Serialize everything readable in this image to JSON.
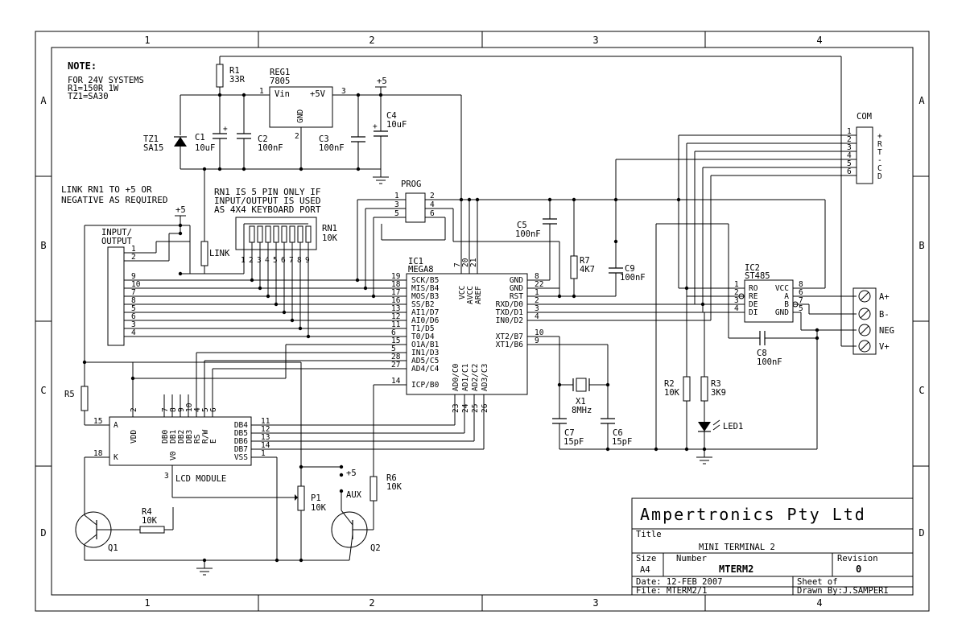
{
  "border": {
    "columns": [
      "1",
      "2",
      "3",
      "4"
    ],
    "rows": [
      "A",
      "B",
      "C",
      "D"
    ]
  },
  "note": {
    "heading": "NOTE:",
    "lines": [
      "FOR 24V SYSTEMS",
      "R1=150R 1W",
      "TZ1=SA30"
    ]
  },
  "link_note": [
    "LINK RN1 TO +5 OR",
    "NEGATIVE AS REQUIRED"
  ],
  "rn1_note": [
    "RN1 IS 5 PIN ONLY IF",
    "INPUT/OUTPUT IS USED",
    "AS 4X4 KEYBOARD PORT"
  ],
  "components": {
    "r1": {
      "ref": "R1",
      "value": "33R"
    },
    "reg1": {
      "ref": "REG1",
      "value": "7805",
      "vin": "Vin",
      "vout": "+5V",
      "gnd": "GND",
      "pin1": "1",
      "pin2": "2",
      "pin3": "3"
    },
    "tz1": {
      "ref": "TZ1",
      "value": "SA15"
    },
    "c1": {
      "ref": "C1",
      "value": "10uF"
    },
    "c2": {
      "ref": "C2",
      "value": "100nF"
    },
    "c3": {
      "ref": "C3",
      "value": "100nF"
    },
    "c4": {
      "ref": "C4",
      "value": "10uF"
    },
    "c5": {
      "ref": "C5",
      "value": "100nF"
    },
    "c6": {
      "ref": "C6",
      "value": "15pF"
    },
    "c7": {
      "ref": "C7",
      "value": "15pF"
    },
    "c8": {
      "ref": "C8",
      "value": "100nF"
    },
    "c9": {
      "ref": "C9",
      "value": "100nF"
    },
    "r2": {
      "ref": "R2",
      "value": "10K"
    },
    "r3": {
      "ref": "R3",
      "value": "3K9"
    },
    "r4": {
      "ref": "R4",
      "value": "10K"
    },
    "r5": {
      "ref": "R5"
    },
    "r6": {
      "ref": "R6",
      "value": "10K"
    },
    "r7": {
      "ref": "R7",
      "value": "4K7"
    },
    "rn1": {
      "ref": "RN1",
      "value": "10K",
      "pins": [
        "1",
        "2",
        "3",
        "4",
        "5",
        "6",
        "7",
        "8",
        "9"
      ]
    },
    "p1": {
      "ref": "P1",
      "value": "10K"
    },
    "x1": {
      "ref": "X1",
      "value": "8MHz"
    },
    "led1": {
      "ref": "LED1"
    },
    "q1": {
      "ref": "Q1"
    },
    "q2": {
      "ref": "Q2"
    },
    "link": {
      "label": "LINK"
    },
    "prog": {
      "ref": "PROG",
      "pins": [
        "1",
        "2",
        "3",
        "4",
        "5",
        "6"
      ]
    },
    "io": {
      "label": [
        "INPUT/",
        "OUTPUT"
      ],
      "pins": [
        "1",
        "2",
        "9",
        "10",
        "7",
        "8",
        "5",
        "6",
        "3",
        "4"
      ]
    },
    "com": {
      "ref": "COM",
      "pins": [
        "1",
        "2",
        "3",
        "4",
        "5",
        "6"
      ],
      "labels": [
        "+",
        "R",
        "T",
        "-",
        "C",
        "D"
      ]
    },
    "terminal": {
      "labels": [
        "A+",
        "B-",
        "NEG",
        "V+"
      ]
    },
    "plus5": "+5",
    "aux": "AUX"
  },
  "ic1": {
    "ref": "IC1",
    "part": "MEGA8",
    "top_pins": [
      "VCC",
      "AVCC",
      "AREF"
    ],
    "top_pin_nums": [
      "7",
      "20",
      "21"
    ],
    "left": [
      {
        "num": "19",
        "name": "SCK/B5"
      },
      {
        "num": "18",
        "name": "MIS/B4"
      },
      {
        "num": "17",
        "name": "MOS/B3"
      },
      {
        "num": "16",
        "name": "SS/B2"
      },
      {
        "num": "13",
        "name": "AI1/D7"
      },
      {
        "num": "12",
        "name": "AI0/D6"
      },
      {
        "num": "11",
        "name": "T1/D5"
      },
      {
        "num": "6",
        "name": "T0/D4"
      },
      {
        "num": "15",
        "name": "O1A/B1"
      },
      {
        "num": "5",
        "name": "IN1/D3"
      },
      {
        "num": "28",
        "name": "AD5/C5"
      },
      {
        "num": "27",
        "name": "AD4/C4"
      },
      {
        "num": "14",
        "name": "ICP/B0"
      }
    ],
    "right": [
      {
        "num": "8",
        "name": "GND"
      },
      {
        "num": "22",
        "name": "GND"
      },
      {
        "num": "1",
        "name": "RST"
      },
      {
        "num": "2",
        "name": "RXD/D0"
      },
      {
        "num": "3",
        "name": "TXD/D1"
      },
      {
        "num": "4",
        "name": "IN0/D2"
      },
      {
        "num": "10",
        "name": "XT2/B7"
      },
      {
        "num": "9",
        "name": "XT1/B6"
      }
    ],
    "bottom": [
      "AD0/C0",
      "AD1/C1",
      "AD2/C2",
      "AD3/C3"
    ],
    "bottom_nums": [
      "23",
      "24",
      "25",
      "26"
    ]
  },
  "ic2": {
    "ref": "IC2",
    "part": "ST485",
    "left": [
      {
        "num": "1",
        "name": "RO"
      },
      {
        "num": "2",
        "name": "RE"
      },
      {
        "num": "3",
        "name": "DE"
      },
      {
        "num": "4",
        "name": "DI"
      }
    ],
    "right": [
      {
        "num": "8",
        "name": "VCC"
      },
      {
        "num": "6",
        "name": "A"
      },
      {
        "num": "7",
        "name": "B"
      },
      {
        "num": "5",
        "name": "GND"
      }
    ]
  },
  "lcd": {
    "label": "LCD MODULE",
    "left": [
      {
        "num": "15",
        "name": "A"
      },
      {
        "num": "18",
        "name": "K"
      }
    ],
    "top": [
      {
        "num": "2",
        "name": "VDD"
      },
      {
        "num": "7",
        "name": "DB0"
      },
      {
        "num": "8",
        "name": "DB1"
      },
      {
        "num": "9",
        "name": "DB2"
      },
      {
        "num": "10",
        "name": "DB3"
      },
      {
        "num": "4",
        "name": "RS"
      },
      {
        "num": "5",
        "name": "R/W"
      },
      {
        "num": "6",
        "name": "E"
      }
    ],
    "right": [
      {
        "num": "11",
        "name": "DB4"
      },
      {
        "num": "12",
        "name": "DB5"
      },
      {
        "num": "13",
        "name": "DB6"
      },
      {
        "num": "14",
        "name": "DB7"
      },
      {
        "num": "1",
        "name": "VSS"
      }
    ],
    "bottom": {
      "num": "3",
      "name": "V0"
    }
  },
  "title_block": {
    "company": "Ampertronics Pty Ltd",
    "title_label": "Title",
    "title": "MINI TERMINAL 2",
    "size_label": "Size",
    "size": "A4",
    "number_label": "Number",
    "number": "MTERM2",
    "revision_label": "Revision",
    "revision": "0",
    "date": "Date: 12-FEB  2007",
    "file": "File: MTERM2/1",
    "sheet": "Sheet      of",
    "drawn": "Drawn By:J.SAMPERI"
  }
}
